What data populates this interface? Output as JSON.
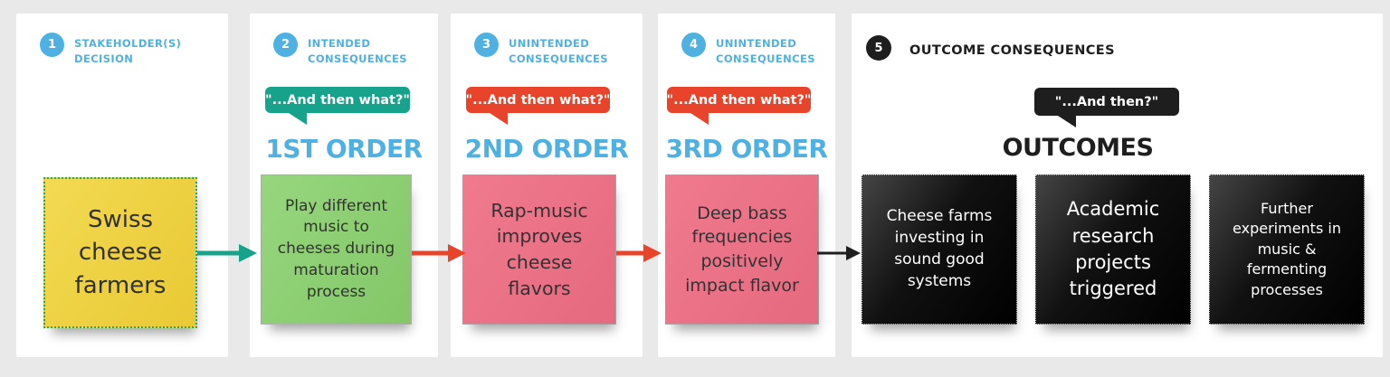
{
  "colors": {
    "background": "#e9e9e9",
    "card": "#ffffff",
    "accent_blue": "#4fb0e2",
    "teal": "#16a28b",
    "red": "#e8432b",
    "black": "#1e1e1e",
    "yellow_note": "#eed23f",
    "green_note": "#8ecf74",
    "pink_note": "#ee7187"
  },
  "columns": [
    {
      "number": "1",
      "label": "STAKEHOLDER(S)\nDECISION",
      "note_text": "Swiss cheese farmers"
    },
    {
      "number": "2",
      "label": "INTENDED\nCONSEQUENCES",
      "bubble": "\"...And then what?\"",
      "order": "1ST ORDER",
      "note_text": "Play different music to cheeses during maturation process"
    },
    {
      "number": "3",
      "label": "UNINTENDED\nCONSEQUENCES",
      "bubble": "\"...And then what?\"",
      "order": "2ND ORDER",
      "note_text": "Rap-music improves cheese flavors"
    },
    {
      "number": "4",
      "label": "UNINTENDED\nCONSEQUENCES",
      "bubble": "\"...And then what?\"",
      "order": "3RD ORDER",
      "note_text": "Deep bass frequencies positively impact flavor"
    },
    {
      "number": "5",
      "label": "OUTCOME CONSEQUENCES",
      "bubble": "\"...And then?\"",
      "order": "OUTCOMES",
      "notes": [
        "Cheese farms investing in sound good systems",
        "Academic research projects triggered",
        "Further experiments in music & fermenting processes"
      ]
    }
  ],
  "arrows": [
    {
      "from": "stakeholder-note",
      "to": "first-order-note",
      "color": "#16a28b"
    },
    {
      "from": "first-order-note",
      "to": "second-order-note",
      "color": "#e8432b"
    },
    {
      "from": "second-order-note",
      "to": "third-order-note",
      "color": "#e8432b"
    },
    {
      "from": "third-order-note",
      "to": "outcome-notes",
      "color": "#1e1e1e"
    }
  ]
}
